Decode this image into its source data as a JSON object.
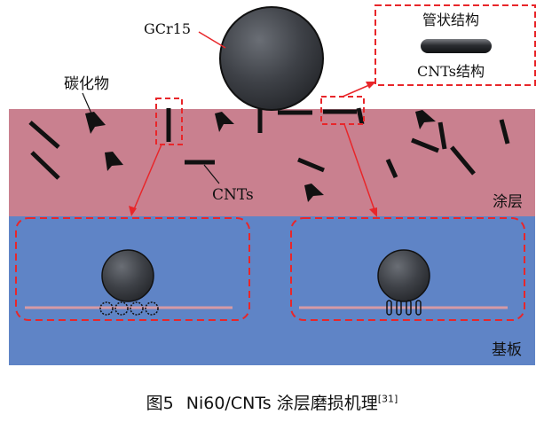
{
  "labels": {
    "ball": "GCr15",
    "carbide": "碳化物",
    "legend_top": "管状结构",
    "legend_bottom": "CNTs结构",
    "cnts": "CNTs",
    "coating": "涂层",
    "substrate": "基板"
  },
  "caption": {
    "figure": "图5",
    "title": "Ni60/CNTs 涂层磨损机理",
    "ref": "[31]"
  },
  "colors": {
    "coating": "#c9808f",
    "substrate": "#5f84c6",
    "ball": "#3a3d42",
    "dashed": "#e8262a",
    "marker": "#111111"
  }
}
